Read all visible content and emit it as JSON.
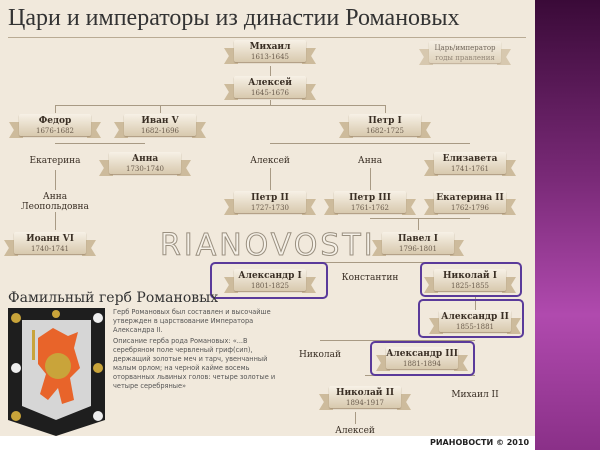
{
  "title": "Цари и императоры из династии Романовых",
  "legend": {
    "name": "Царь/император",
    "years": "годы правления"
  },
  "rulers": [
    {
      "name": "Михаил",
      "years": "1613-1645"
    },
    {
      "name": "Алексей",
      "years": "1645-1676"
    },
    {
      "name": "Федор",
      "years": "1676-1682"
    },
    {
      "name": "Иван V",
      "years": "1682-1696"
    },
    {
      "name": "Петр I",
      "years": "1682-1725"
    },
    {
      "name": "Анна",
      "years": "1730-1740"
    },
    {
      "name": "Елизавета",
      "years": "1741-1761"
    },
    {
      "name": "Петр II",
      "years": "1727-1730"
    },
    {
      "name": "Петр III",
      "years": "1761-1762"
    },
    {
      "name": "Екатерина II",
      "years": "1762-1796"
    },
    {
      "name": "Иоанн VI",
      "years": "1740-1741"
    },
    {
      "name": "Павел I",
      "years": "1796-1801"
    },
    {
      "name": "Александр I",
      "years": "1801-1825"
    },
    {
      "name": "Николай I",
      "years": "1825-1855"
    },
    {
      "name": "Александр II",
      "years": "1855-1881"
    },
    {
      "name": "Александр III",
      "years": "1881-1894"
    },
    {
      "name": "Николай II",
      "years": "1894-1917"
    }
  ],
  "relatives": [
    "Екатерина",
    "Анна Леопольдовна",
    "Алексей",
    "Анна",
    "Константин",
    "Николай",
    "Михаил II",
    "Алексей"
  ],
  "watermark": "RIANOVOSTI",
  "crest": {
    "title": "Фамильный герб Романовых",
    "p1": "Герб Романовых был составлен и высочайше утвержден в царствование Императора Александра II.",
    "p2": "Описание герба рода Романовых: «...В серебряном поле червленый гриф(сип), держащий золотые меч и тарч, увенчанный малым орлом; на черной кайме восемь оторванных львиных голов: четыре золотые и четыре серебряные»"
  },
  "credit": "РИАНОВОСТИ © 2010",
  "colors": {
    "background": "#f1e9dc",
    "highlight": "#5a3a9a",
    "side": "#7a2a78"
  }
}
